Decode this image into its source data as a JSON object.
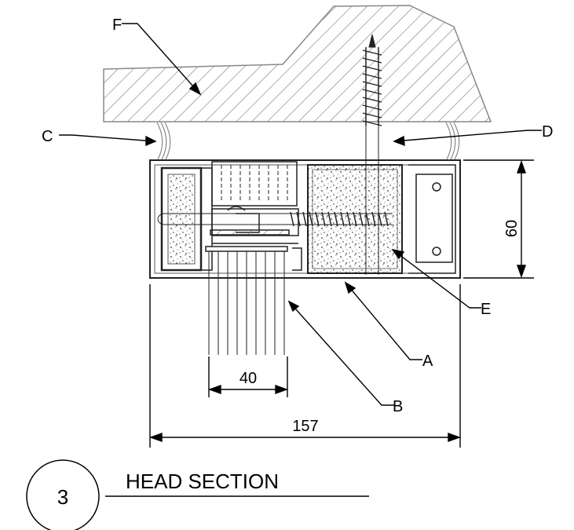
{
  "labels": {
    "a": "A",
    "b": "B",
    "c": "C",
    "d": "D",
    "e": "E",
    "f": "F"
  },
  "dimensions": {
    "height": "60",
    "opening": "40",
    "overall": "157"
  },
  "section": {
    "number": "3",
    "title": "HEAD SECTION"
  }
}
